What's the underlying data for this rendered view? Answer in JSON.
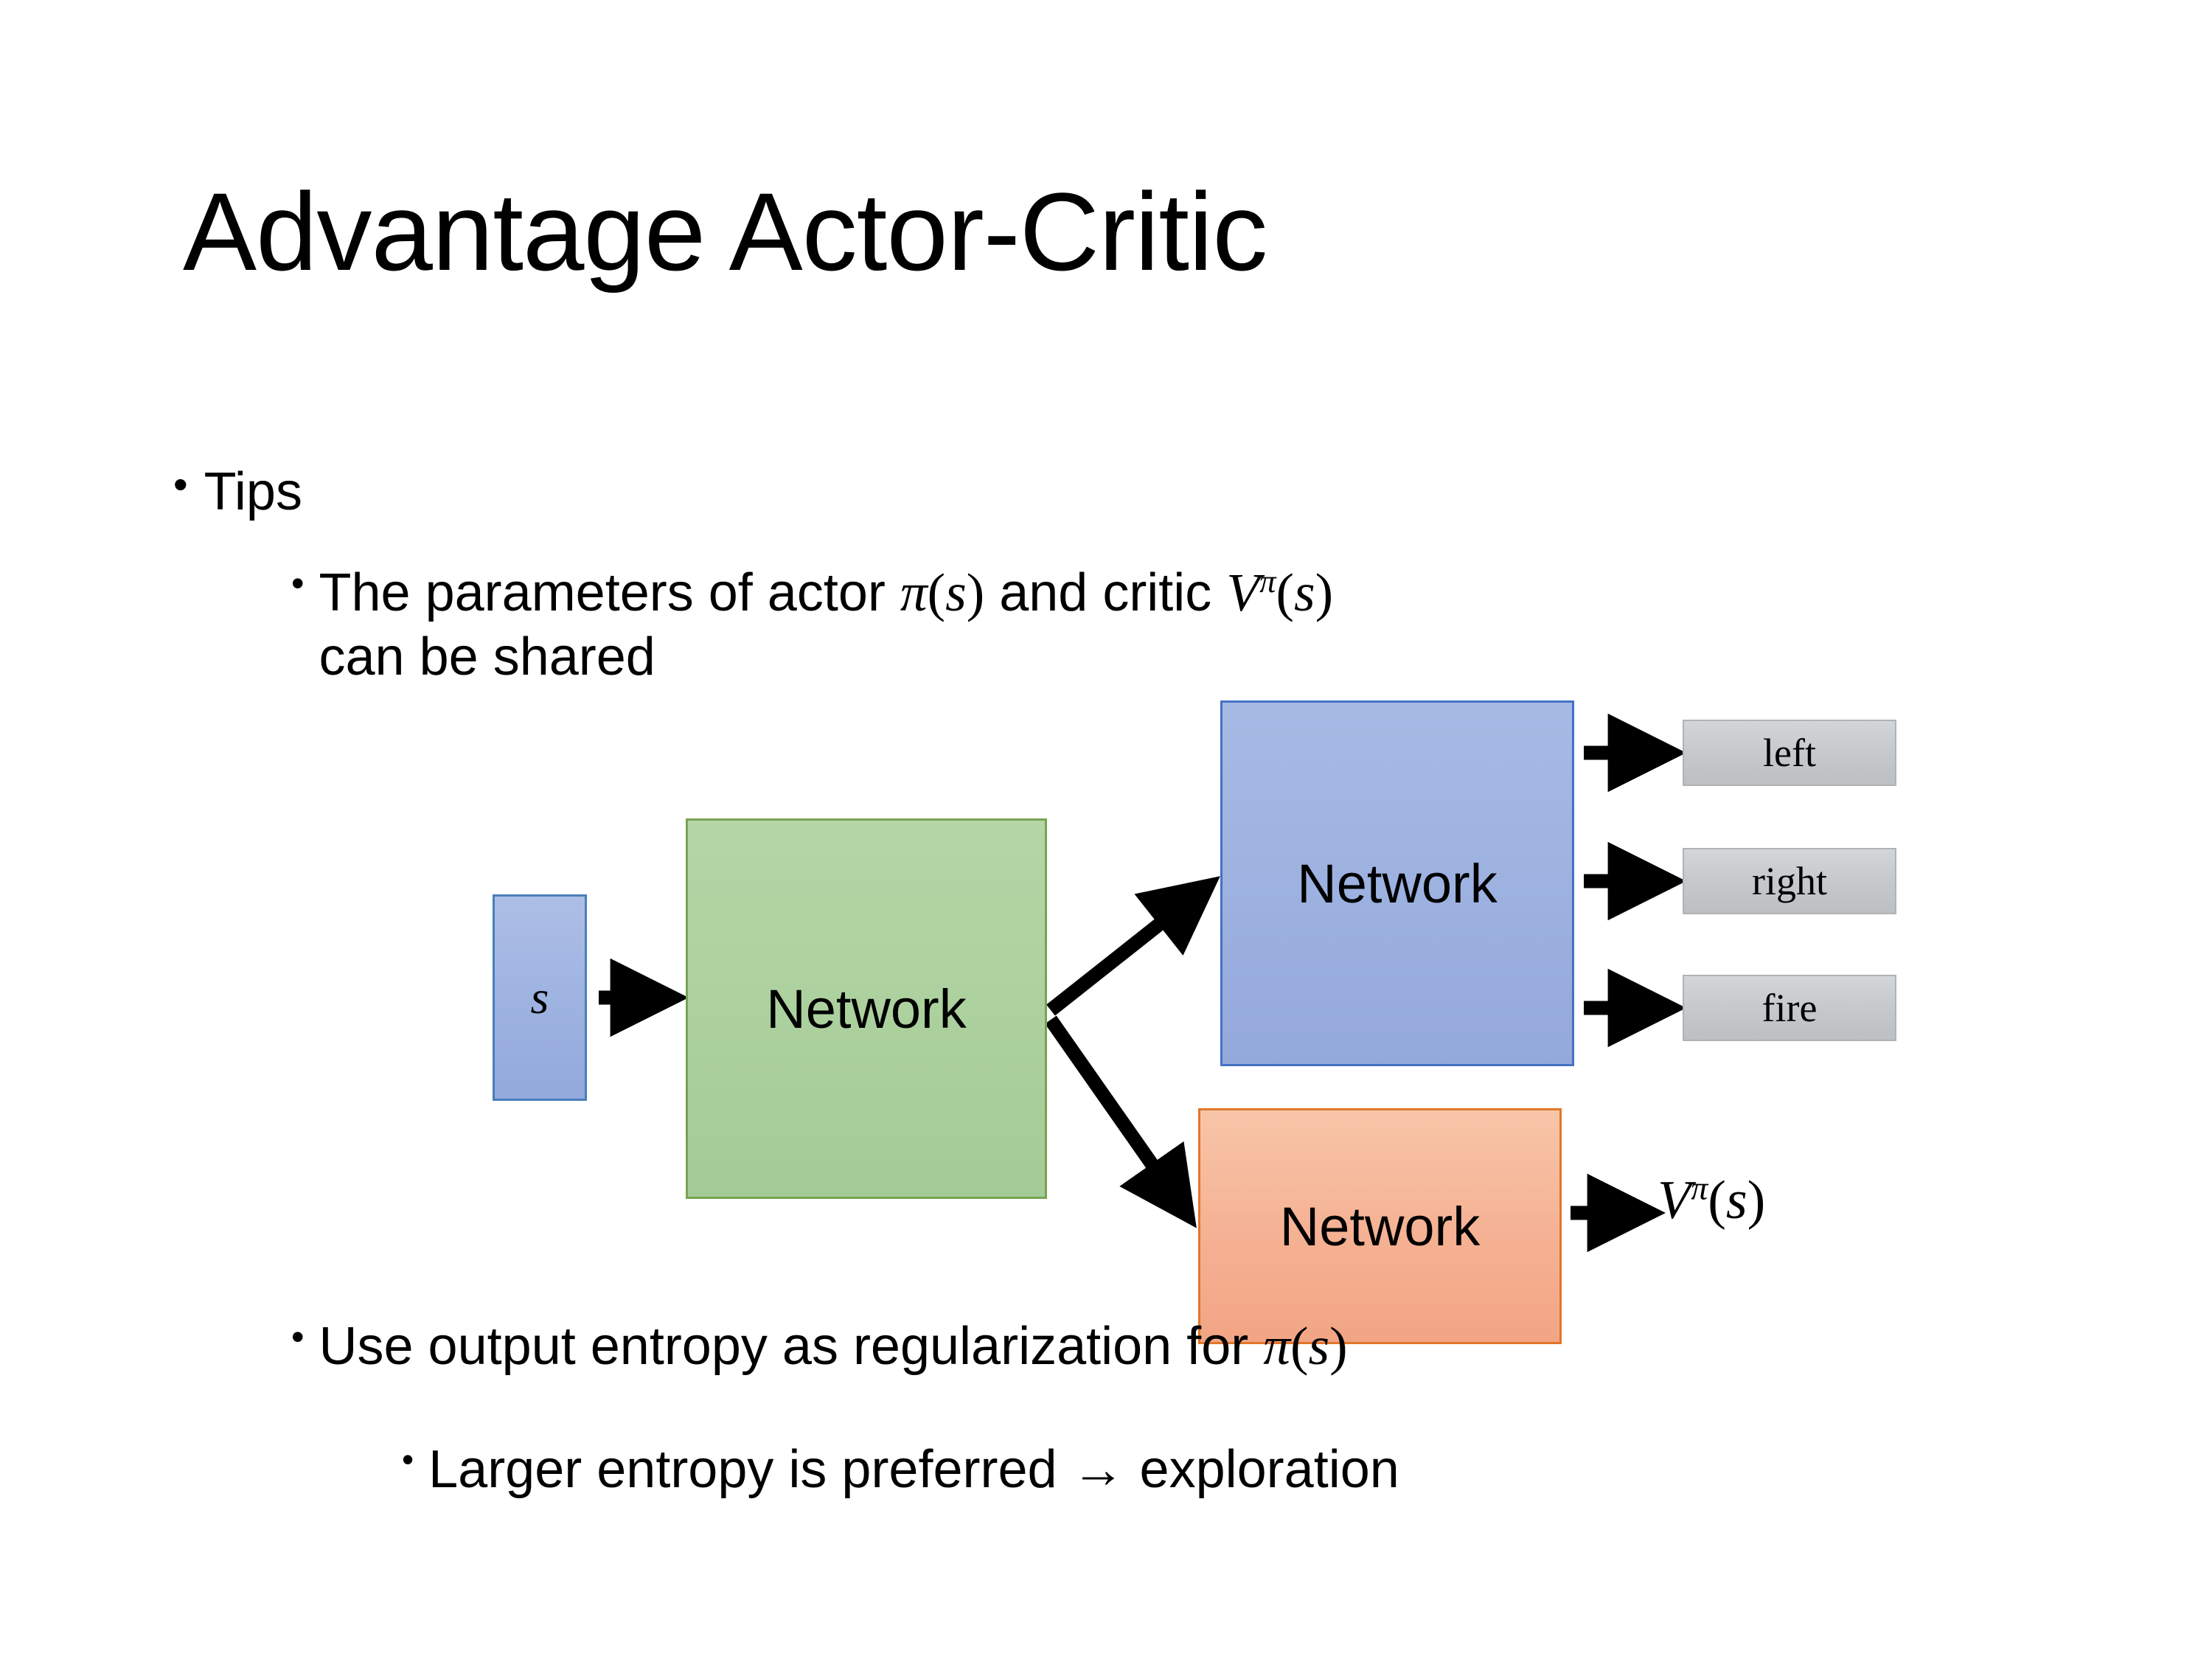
{
  "slide": {
    "title": "Advantage Actor-Critic",
    "background_color": "#FFFFFF"
  },
  "bullets": {
    "tips": {
      "marker": "•",
      "text": "Tips"
    },
    "shared_parameters": {
      "marker": "•",
      "text_part_1": "The parameters of actor ",
      "math_pi": "π",
      "paren_open": "(",
      "math_s": "s",
      "paren_close": ")",
      "text_part_2": "  and critic ",
      "math_V": "V",
      "math_pi_sup": "π",
      "text_part_3": "can be shared"
    },
    "entropy_regularization": {
      "marker": "•",
      "text_part_1": "Use output entropy as regularization for ",
      "math_pi": "π",
      "paren_open": "(",
      "math_s": "s",
      "paren_close": ")"
    },
    "exploration": {
      "marker": "•",
      "text": "Larger entropy is preferred → exploration"
    }
  },
  "diagram": {
    "state_node": {
      "label": "s",
      "fill_color": "#9DB2E0",
      "border_color": "#4A7EBB"
    },
    "shared_network": {
      "label": "Network",
      "fill_color": "#ACD19E",
      "border_color": "#77A352"
    },
    "actor_network": {
      "label": "Network",
      "fill_color": "#9DB2E0",
      "border_color": "#4472C4"
    },
    "critic_network": {
      "label": "Network",
      "fill_color": "#F5B193",
      "border_color": "#E2762A"
    },
    "action_outputs": [
      {
        "label": "left",
        "fill_color": "#C6C9CB",
        "border_color": "#B0B3B5"
      },
      {
        "label": "right",
        "fill_color": "#C6C9CB",
        "border_color": "#B0B3B5"
      },
      {
        "label": "fire",
        "fill_color": "#C6C9CB",
        "border_color": "#B0B3B5"
      }
    ],
    "critic_output": {
      "math_V": "V",
      "math_pi_sup": "π",
      "paren_open": "(",
      "math_s": "s",
      "paren_close": ")"
    },
    "arrow_color": "#000000"
  }
}
